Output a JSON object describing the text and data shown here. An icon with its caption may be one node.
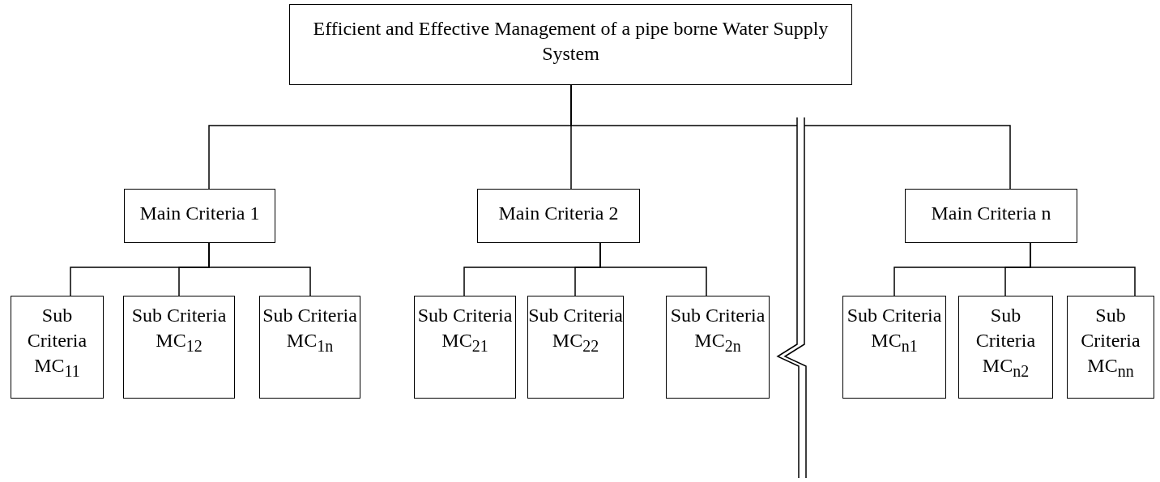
{
  "diagram": {
    "nodes": [
      {
        "text": [
          "Efficient and Effective Management of a pipe borne Water Supply System"
        ]
      },
      {
        "text": [
          "Main Criteria 1"
        ]
      },
      {
        "text": [
          "Main Criteria 2"
        ]
      },
      {
        "text": [
          "Main Criteria n"
        ]
      },
      {
        "text": [
          "Sub Criteria MC$_{11}$"
        ]
      },
      {
        "text": [
          "Sub Criteria MC$_{12}$"
        ]
      },
      {
        "text": [
          "Sub Criteria MC$_{1n}$"
        ]
      },
      {
        "text": [
          "Sub Criteria MC$_{21}$"
        ]
      },
      {
        "text": [
          "Sub Criteria MC$_{22}$"
        ]
      },
      {
        "text": [
          "Sub Criteria MC$_{2n}$"
        ]
      },
      {
        "text": [
          "Sub Criteria MC$_{n1}$"
        ]
      },
      {
        "text": [
          "Sub Criteria MC$_{n2}$"
        ]
      },
      {
        "text": [
          "Sub Criteria MC$_{nn}$"
        ]
      }
    ],
    "edges": [
      {
        "from": 0,
        "to": 1,
        "arrow": "none"
      },
      {
        "from": 0,
        "to": 2,
        "arrow": "none"
      },
      {
        "from": 0,
        "to": 3,
        "arrow": "none"
      },
      {
        "from": 1,
        "to": 4,
        "arrow": "none"
      },
      {
        "from": 1,
        "to": 5,
        "arrow": "none"
      },
      {
        "from": 1,
        "to": 6,
        "arrow": "none"
      },
      {
        "from": 2,
        "to": 7,
        "arrow": "none"
      },
      {
        "from": 2,
        "to": 8,
        "arrow": "none"
      },
      {
        "from": 2,
        "to": 9,
        "arrow": "none"
      },
      {
        "from": 3,
        "to": 10,
        "arrow": "none"
      },
      {
        "from": 3,
        "to": 11,
        "arrow": "none"
      },
      {
        "from": 3,
        "to": 12,
        "arrow": "none"
      }
    ]
  }
}
